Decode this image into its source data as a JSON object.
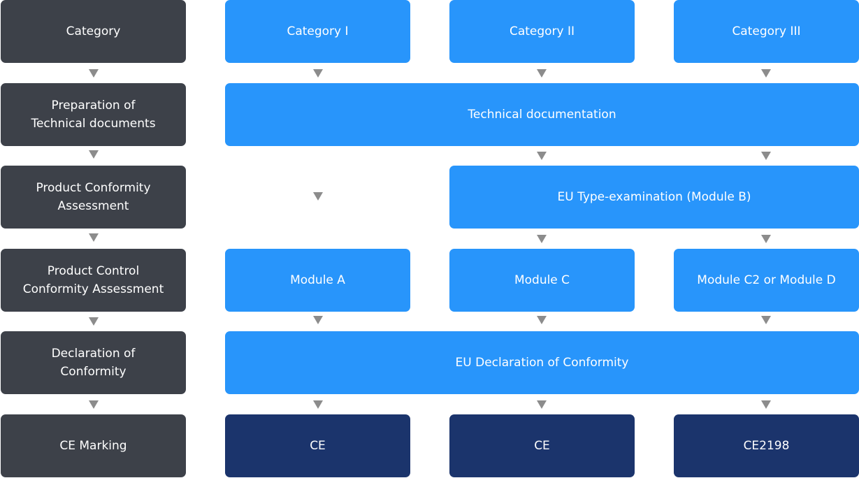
{
  "labels": {
    "category": "Category",
    "preparation": "Preparation of\nTechnical documents",
    "product_conformity": "Product Conformity\nAssessment",
    "product_control": "Product Control\nConformity Assessment",
    "declaration": "Declaration of\nConformity",
    "ce_marking": "CE Marking"
  },
  "categories": {
    "cat1": "Category I",
    "cat2": "Category II",
    "cat3": "Category III"
  },
  "technical_documentation": "Technical documentation",
  "eu_type_examination": "EU Type-examination (Module B)",
  "modules": {
    "cat1": "Module A",
    "cat2": "Module C",
    "cat3": "Module C2 or Module D"
  },
  "eu_declaration": "EU Declaration of Conformity",
  "marking": {
    "cat1": "CE",
    "cat2": "CE",
    "cat3": "CE2198"
  },
  "colors": {
    "label_bg": "#3d4149",
    "blue": "#2895fb",
    "navy": "#1b346c",
    "arrow": "#8c8c8c"
  }
}
